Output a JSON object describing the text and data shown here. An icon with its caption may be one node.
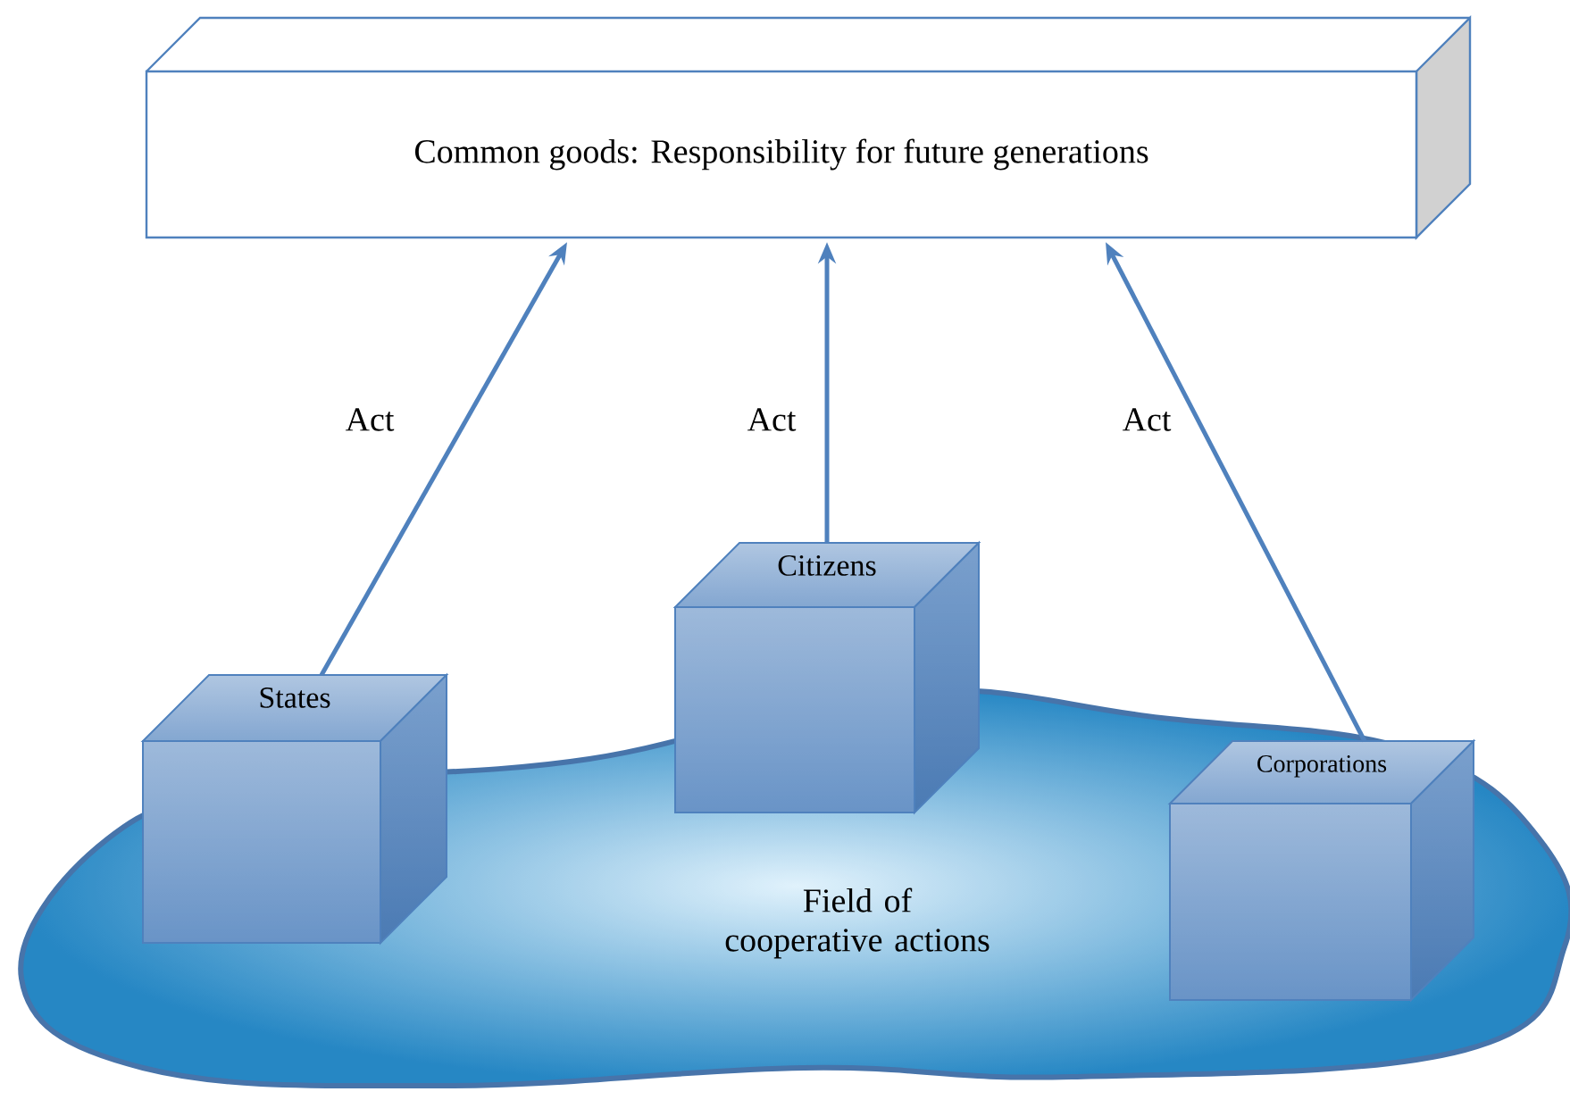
{
  "diagram": {
    "nodes": [
      {
        "text": [
          "Common goods: Responsibility for future generations"
        ]
      },
      {
        "text": [
          "Field of cooperative actions"
        ]
      },
      {
        "text": [
          "States"
        ],
        "in": 1
      },
      {
        "text": [
          "Citizens"
        ]
      },
      {
        "text": [
          "Corporations"
        ],
        "in": 1
      }
    ],
    "edges": [
      {
        "from": 2,
        "to": 0,
        "arrow": "to",
        "label": "Act"
      },
      {
        "from": 3,
        "to": 0,
        "arrow": "to",
        "label": "Act"
      },
      {
        "from": 4,
        "to": 0,
        "arrow": "to",
        "label": "Act"
      }
    ]
  }
}
